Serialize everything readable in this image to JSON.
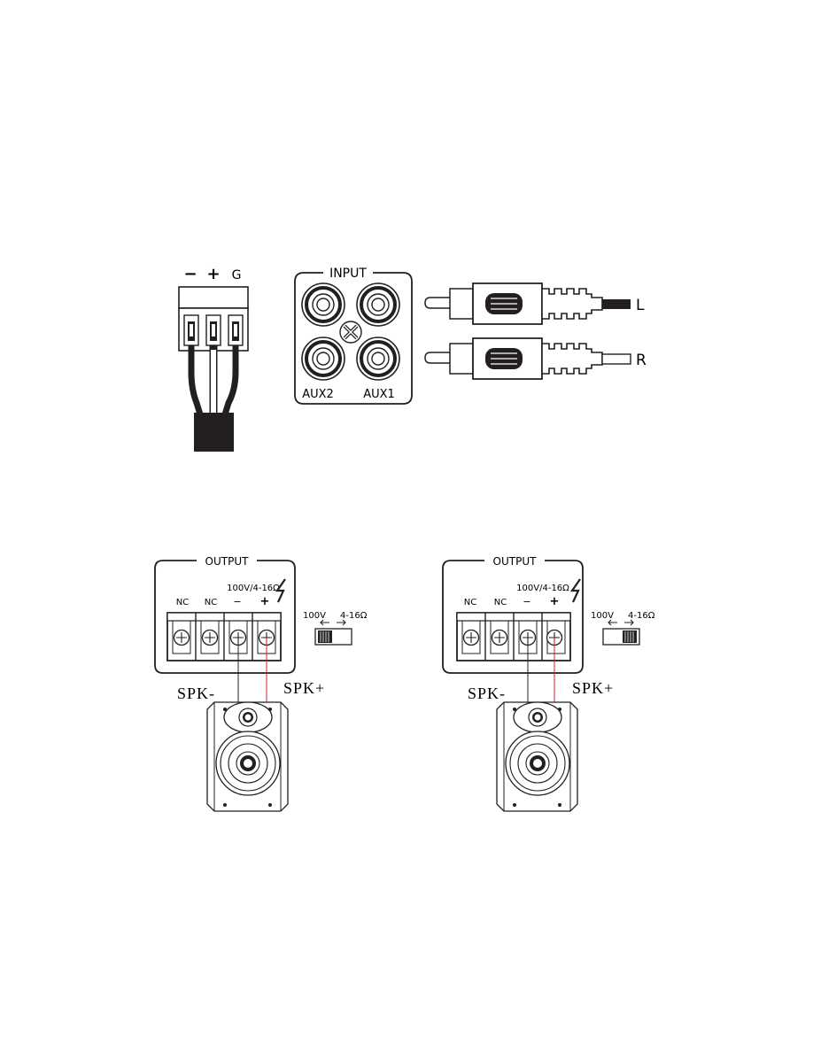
{
  "phoenix": {
    "minus": "−",
    "plus": "+",
    "ground": "G"
  },
  "input_panel": {
    "title": "INPUT",
    "aux2": "AUX2",
    "aux1": "AUX1"
  },
  "rca_cables": {
    "left": "L",
    "right": "R"
  },
  "output_left": {
    "title": "OUTPUT",
    "rating": "100V/4-16Ω",
    "terminals": [
      "NC",
      "NC",
      "−",
      "+"
    ],
    "switch_100v": "100V",
    "switch_ohm": "4-16Ω",
    "switch_position": "100V",
    "spk_minus": "SPK-",
    "spk_plus": "SPK+"
  },
  "output_right": {
    "title": "OUTPUT",
    "rating": "100V/4-16Ω",
    "terminals": [
      "NC",
      "NC",
      "−",
      "+"
    ],
    "switch_100v": "100V",
    "switch_ohm": "4-16Ω",
    "switch_position": "4-16Ω",
    "spk_minus": "SPK-",
    "spk_plus": "SPK+"
  },
  "colors": {
    "line": "#231f20",
    "wire_plus": "#d2232a",
    "ground_fill": "#d9d9d9"
  }
}
